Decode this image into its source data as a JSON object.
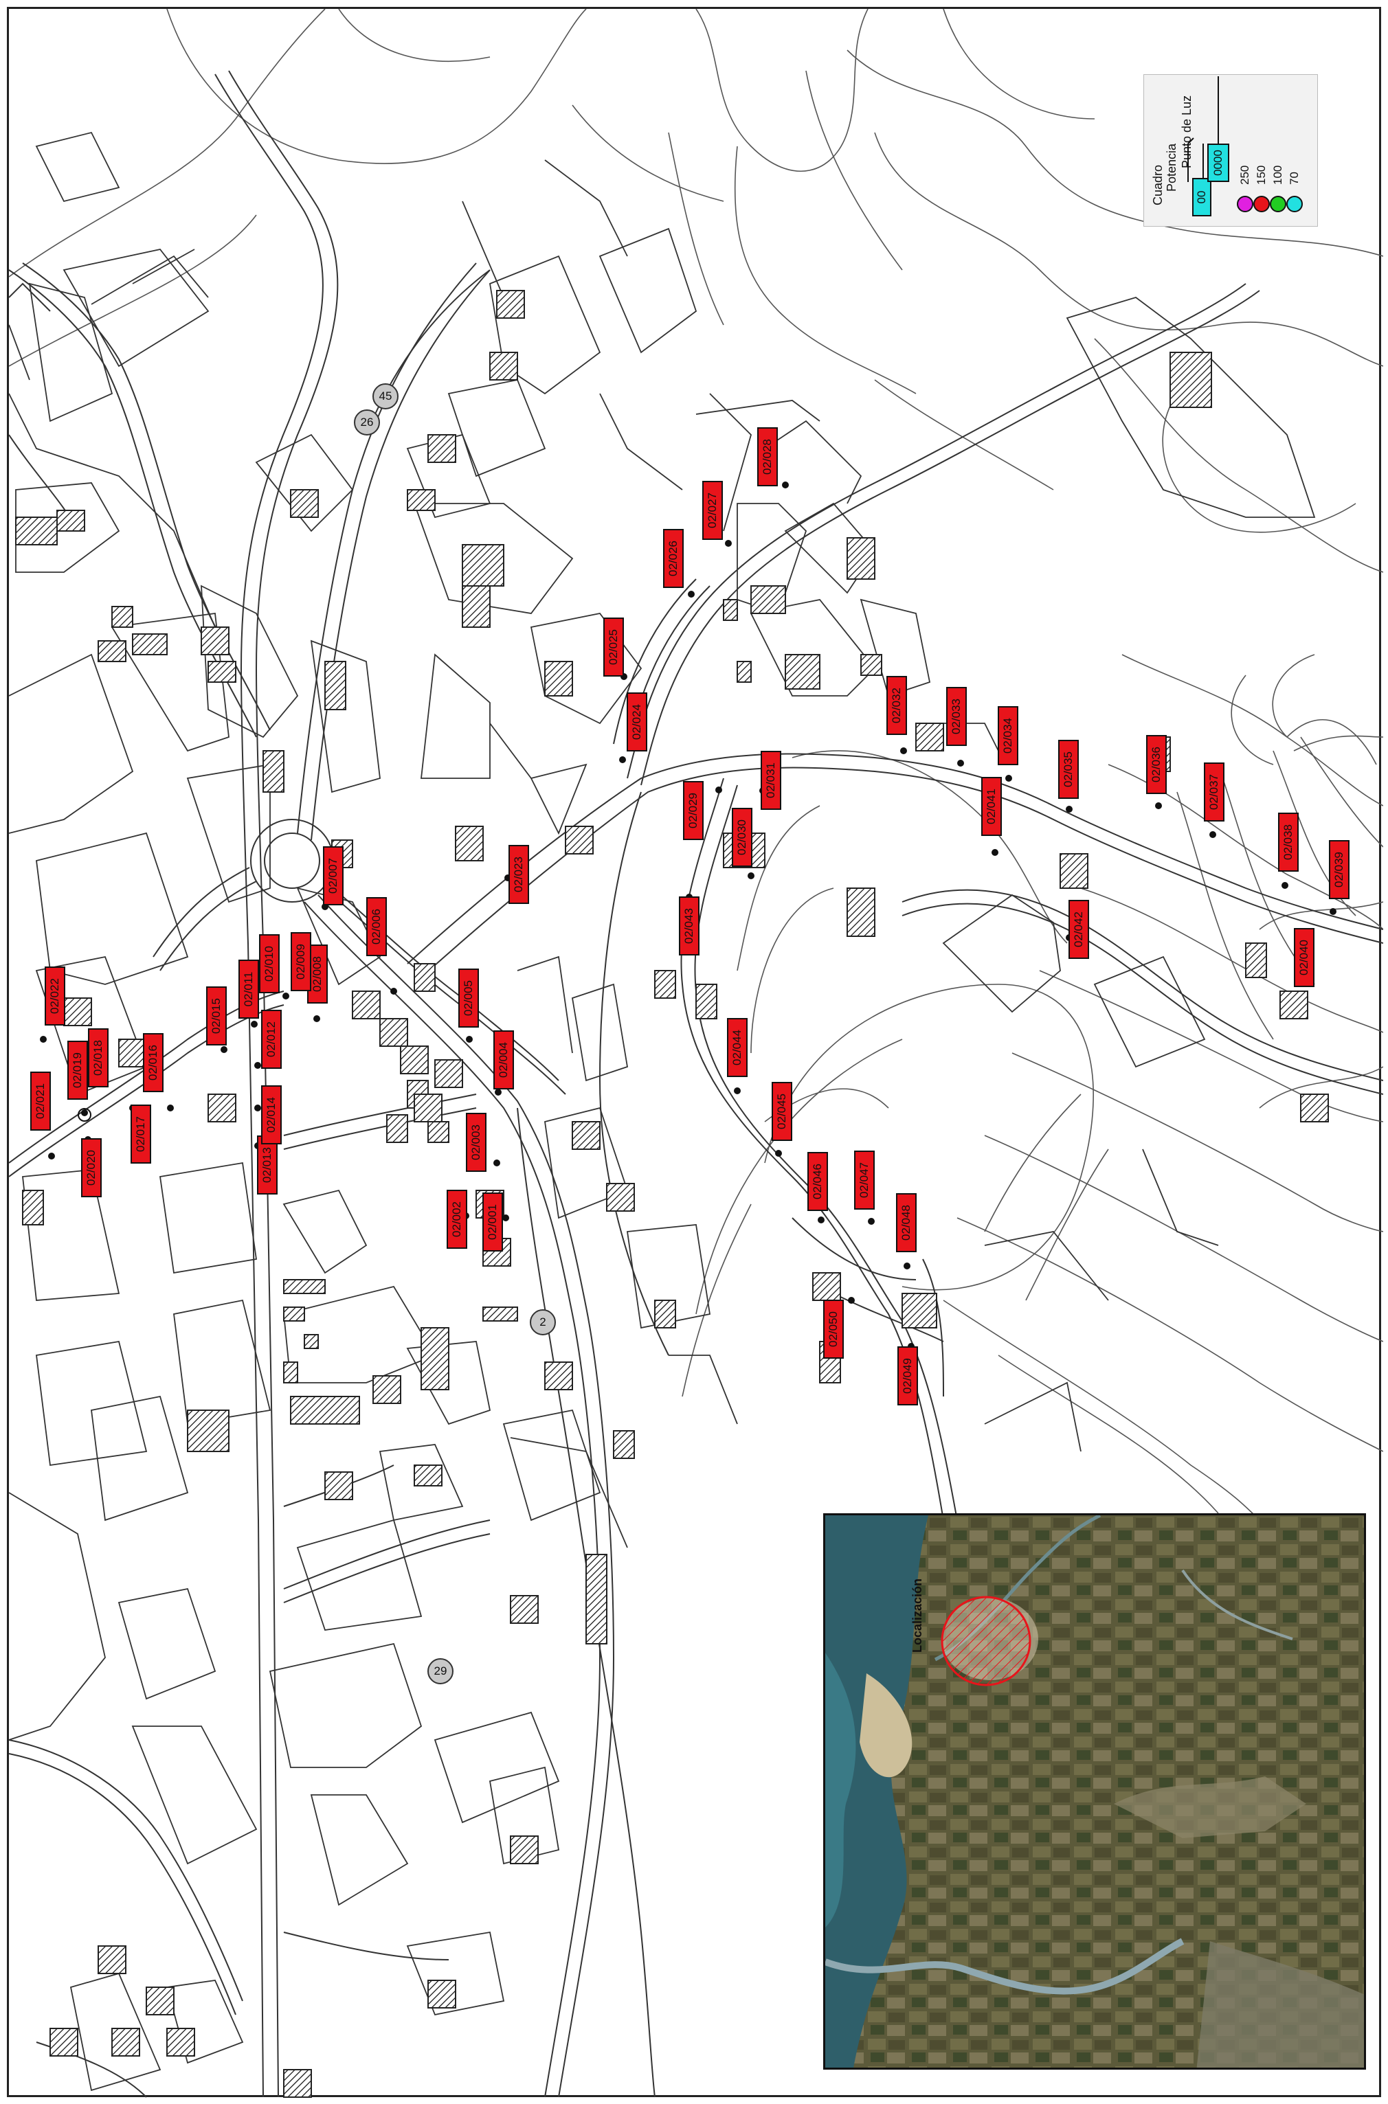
{
  "lamp_labels": [
    "02/001",
    "02/002",
    "02/003",
    "02/004",
    "02/005",
    "02/006",
    "02/007",
    "02/008",
    "02/009",
    "02/010",
    "02/011",
    "02/012",
    "02/013",
    "02/014",
    "02/015",
    "02/016",
    "02/017",
    "02/018",
    "02/019",
    "02/020",
    "02/021",
    "02/022",
    "02/023",
    "02/024",
    "02/025",
    "02/026",
    "02/027",
    "02/028",
    "02/029",
    "02/030",
    "02/031",
    "02/032",
    "02/033",
    "02/034",
    "02/035",
    "02/036",
    "02/037",
    "02/038",
    "02/039",
    "02/040",
    "02/041",
    "02/042",
    "02/043",
    "02/044",
    "02/045",
    "02/046",
    "02/047",
    "02/048",
    "02/049",
    "02/050"
  ],
  "circle_labels": [
    "45",
    "26",
    "2",
    "29"
  ],
  "legend": {
    "header_1": "Cuadro",
    "header_2": "Potencia",
    "header_3": "Punto de Luz",
    "code_left": "00",
    "code_right": "0000",
    "items": [
      {
        "label": "250",
        "color": "#e020e0"
      },
      {
        "label": "150",
        "color": "#e8141b"
      },
      {
        "label": "100",
        "color": "#22cc22"
      },
      {
        "label": "70",
        "color": "#22e0e0"
      }
    ]
  },
  "inset": {
    "title": "Localización"
  },
  "colors": {
    "label_fill": "#e8141b",
    "circle_fill": "#c9c9c9",
    "box_fill": "#22e0e0"
  }
}
